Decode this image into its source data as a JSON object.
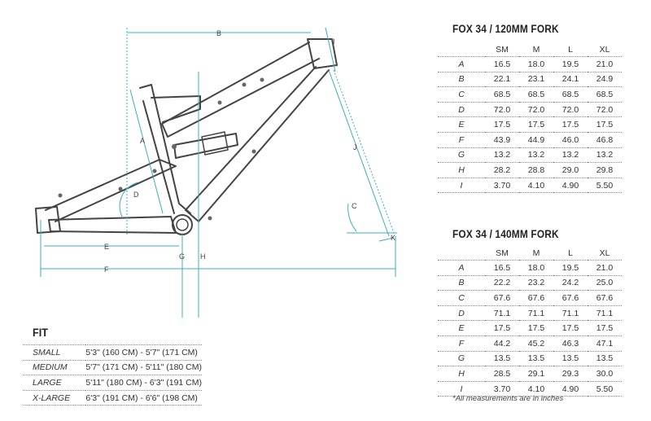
{
  "diagram": {
    "labels": {
      "a": "A",
      "b": "B",
      "c": "C",
      "d": "D",
      "e": "E",
      "f": "F",
      "g": "G",
      "h": "H",
      "i": "I",
      "j": "J",
      "k": "K"
    },
    "colors": {
      "frame": "#444444",
      "dimension": "#3ab0bd",
      "bolt": "#666666"
    }
  },
  "tables": [
    {
      "title": "FOX 34 / 120MM FORK",
      "columns": [
        "SM",
        "M",
        "L",
        "XL"
      ],
      "rows": [
        {
          "label": "A",
          "values": [
            "16.5",
            "18.0",
            "19.5",
            "21.0"
          ]
        },
        {
          "label": "B",
          "values": [
            "22.1",
            "23.1",
            "24.1",
            "24.9"
          ]
        },
        {
          "label": "C",
          "values": [
            "68.5",
            "68.5",
            "68.5",
            "68.5"
          ]
        },
        {
          "label": "D",
          "values": [
            "72.0",
            "72.0",
            "72.0",
            "72.0"
          ]
        },
        {
          "label": "E",
          "values": [
            "17.5",
            "17.5",
            "17.5",
            "17.5"
          ]
        },
        {
          "label": "F",
          "values": [
            "43.9",
            "44.9",
            "46.0",
            "46.8"
          ]
        },
        {
          "label": "G",
          "values": [
            "13.2",
            "13.2",
            "13.2",
            "13.2"
          ]
        },
        {
          "label": "H",
          "values": [
            "28.2",
            "28.8",
            "29.0",
            "29.8"
          ]
        },
        {
          "label": "I",
          "values": [
            "3.70",
            "4.10",
            "4.90",
            "5.50"
          ]
        }
      ]
    },
    {
      "title": "FOX 34 / 140MM FORK",
      "columns": [
        "SM",
        "M",
        "L",
        "XL"
      ],
      "rows": [
        {
          "label": "A",
          "values": [
            "16.5",
            "18.0",
            "19.5",
            "21.0"
          ]
        },
        {
          "label": "B",
          "values": [
            "22.2",
            "23.2",
            "24.2",
            "25.0"
          ]
        },
        {
          "label": "C",
          "values": [
            "67.6",
            "67.6",
            "67.6",
            "67.6"
          ]
        },
        {
          "label": "D",
          "values": [
            "71.1",
            "71.1",
            "71.1",
            "71.1"
          ]
        },
        {
          "label": "E",
          "values": [
            "17.5",
            "17.5",
            "17.5",
            "17.5"
          ]
        },
        {
          "label": "F",
          "values": [
            "44.2",
            "45.2",
            "46.3",
            "47.1"
          ]
        },
        {
          "label": "G",
          "values": [
            "13.5",
            "13.5",
            "13.5",
            "13.5"
          ]
        },
        {
          "label": "H",
          "values": [
            "28.5",
            "29.1",
            "29.3",
            "30.0"
          ]
        },
        {
          "label": "I",
          "values": [
            "3.70",
            "4.10",
            "4.90",
            "5.50"
          ]
        }
      ]
    }
  ],
  "note": "*All measurements are in inches",
  "fit": {
    "title": "FIT",
    "rows": [
      {
        "size": "SMALL",
        "range": "5'3\" (160 CM) - 5'7\" (171 CM)"
      },
      {
        "size": "MEDIUM",
        "range": "5'7\" (171 CM) - 5'11\" (180 CM)"
      },
      {
        "size": "LARGE",
        "range": "5'11\" (180 CM) - 6'3\" (191 CM)"
      },
      {
        "size": "X-LARGE",
        "range": "6'3\" (191 CM) - 6'6\" (198 CM)"
      }
    ]
  }
}
